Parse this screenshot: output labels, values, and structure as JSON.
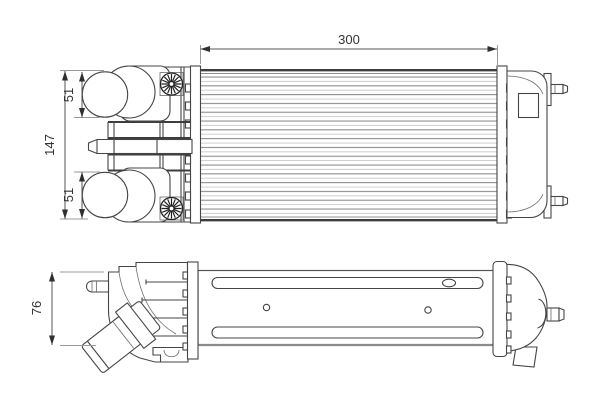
{
  "drawing": {
    "dimensions": {
      "core_width": {
        "value": "300",
        "orientation": "horizontal"
      },
      "overall_height": {
        "value": "147",
        "orientation": "vertical"
      },
      "port_top": {
        "value": "51",
        "orientation": "vertical"
      },
      "port_bottom": {
        "value": "51",
        "orientation": "vertical"
      },
      "depth": {
        "value": "76",
        "orientation": "vertical"
      }
    },
    "colors": {
      "background": "#ffffff",
      "part_line": "#454545",
      "thick_edge": "#3d3d3d",
      "fin_dark": "#8d8d8d",
      "fin_light": "#c6c6c6",
      "extension_line": "#9a9a9a",
      "dimension_line": "#555555",
      "arrow": "#2f2f2f",
      "text": "#333333"
    }
  }
}
